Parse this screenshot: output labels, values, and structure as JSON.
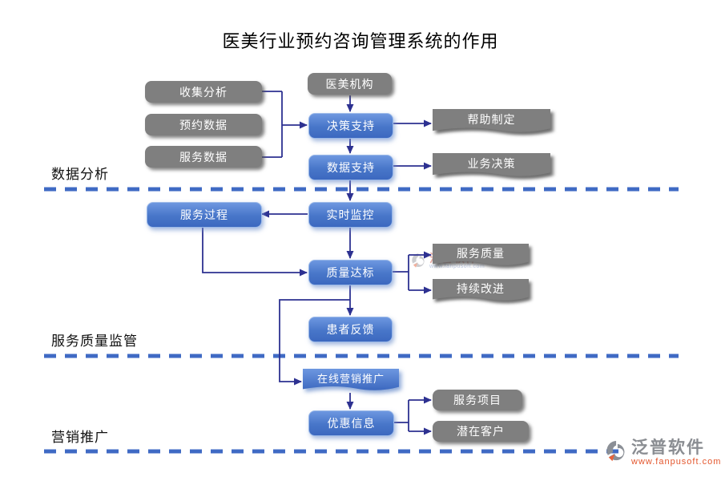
{
  "title": "医美行业预约咨询管理系统的作用",
  "sections": {
    "data_analysis": "数据分析",
    "quality_supervision": "服务质量监管",
    "marketing": "营销推广"
  },
  "nodes": {
    "collect": "收集分析",
    "appointment": "预约数据",
    "service_data": "服务数据",
    "org": "医美机构",
    "decision": "决策支持",
    "data_support": "数据支持",
    "help_make": "帮助制定",
    "biz_decision": "业务决策",
    "svc_process": "服务过程",
    "monitor": "实时监控",
    "quality": "质量达标",
    "svc_quality": "服务质量",
    "improve": "持续改进",
    "feedback": "患者反馈",
    "online_mkt": "在线营销推广",
    "coupon": "优惠信息",
    "svc_items": "服务项目",
    "potential": "潜在客户"
  },
  "brand": {
    "name": "泛普软件",
    "url": "www.fanpusoft.com"
  },
  "colors": {
    "node_blue": "#4472c4",
    "node_gray": "#7f7f7f",
    "connector": "#2d3191",
    "section_line": "#3f6ac4",
    "brand_url": "#e4572e"
  }
}
